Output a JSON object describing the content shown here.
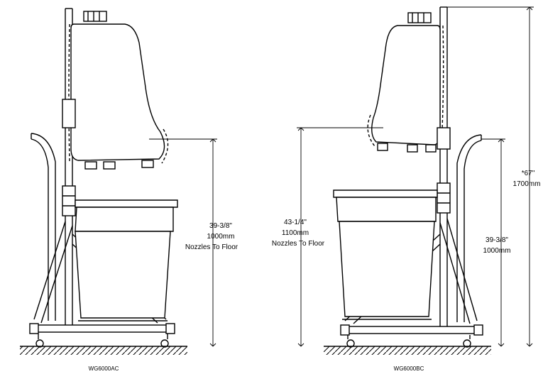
{
  "left_unit": {
    "dimension": {
      "inches": "39-3/8\"",
      "mm": "1000mm",
      "note": "Nozzles To Floor"
    },
    "model": "WG6000AC"
  },
  "right_unit": {
    "dimension_nozzles": {
      "inches": "43-1/4\"",
      "mm": "1100mm",
      "note": "Nozzles To Floor"
    },
    "dimension_basin": {
      "inches": "39-3/8\"",
      "mm": "1000mm"
    },
    "dimension_total": {
      "inches": "*67\"",
      "mm": "1700mm"
    },
    "model": "WG6000BC"
  },
  "colors": {
    "line": "#000000",
    "background": "#ffffff"
  }
}
